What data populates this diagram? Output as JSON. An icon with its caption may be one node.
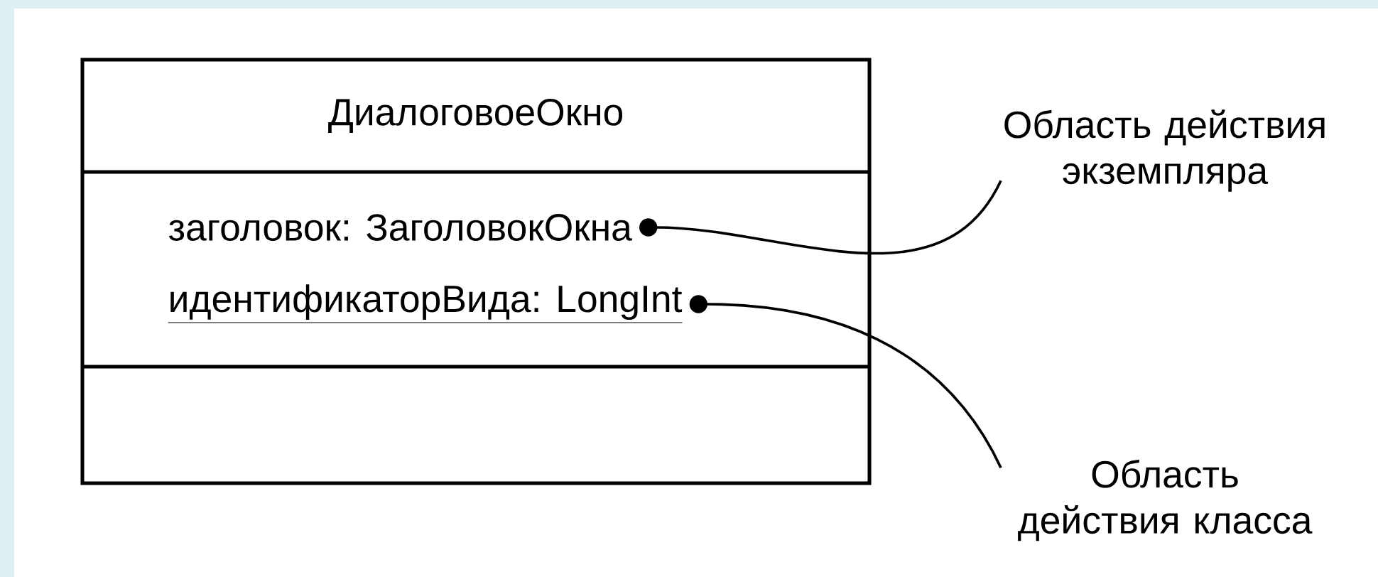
{
  "diagram": {
    "nodes": [
      {
        "text": [
          "ДиалоговоеОкно"
        ]
      },
      {
        "text": [
          "заголовок: ЗаголовокОкна"
        ],
        "in": 0
      },
      {
        "text": [
          "идентификаторВида: LongInt"
        ],
        "in": 0
      },
      {
        "text": [
          "Область действия экземпляра"
        ]
      },
      {
        "text": [
          "Область действия класса"
        ]
      }
    ],
    "edges": [
      {
        "from": 3,
        "to": 1,
        "arrow": "other"
      },
      {
        "from": 4,
        "to": 2,
        "arrow": "other"
      }
    ]
  }
}
